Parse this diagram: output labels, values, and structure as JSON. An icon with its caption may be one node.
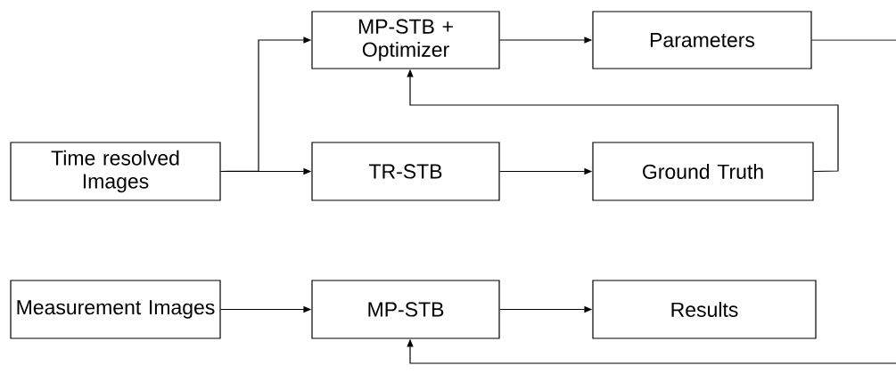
{
  "diagram": {
    "nodes": [
      {
        "text": [
          "Time resolved Images"
        ]
      },
      {
        "text": [
          "MP-STB + Optimizer"
        ]
      },
      {
        "text": [
          "Parameters"
        ]
      },
      {
        "text": [
          "TR-STB"
        ]
      },
      {
        "text": [
          "Ground Truth"
        ]
      },
      {
        "text": [
          "Measurement Images"
        ]
      },
      {
        "text": [
          "MP-STB"
        ]
      },
      {
        "text": [
          "Results"
        ]
      }
    ],
    "edges": [
      {
        "from": 0,
        "to": 1,
        "arrow": "to"
      },
      {
        "from": 0,
        "to": 3,
        "arrow": "to"
      },
      {
        "from": 1,
        "to": 2,
        "arrow": "to"
      },
      {
        "from": 2,
        "to": null,
        "arrow": "none"
      },
      {
        "from": 3,
        "to": 4,
        "arrow": "to"
      },
      {
        "from": 4,
        "to": 1,
        "arrow": "to"
      },
      {
        "from": 5,
        "to": 6,
        "arrow": "to"
      },
      {
        "from": 6,
        "to": 7,
        "arrow": "to"
      },
      {
        "from": null,
        "to": 6,
        "arrow": "to"
      }
    ]
  }
}
